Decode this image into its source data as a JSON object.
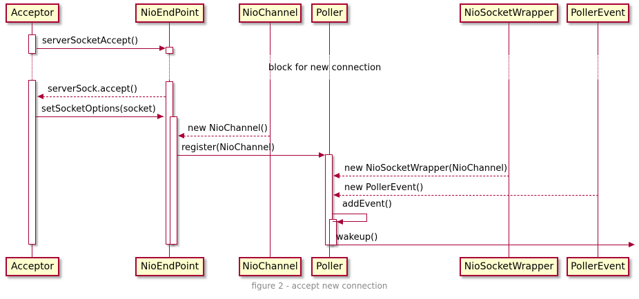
{
  "diagram": {
    "type": "uml-sequence",
    "colors": {
      "participant_fill": "#FEFECE",
      "line_and_border": "#A80036",
      "text": "#000000",
      "caption_text": "#888888",
      "activation_fill": "#FFFFFF"
    },
    "participants": [
      {
        "name": "Acceptor"
      },
      {
        "name": "NioEndPoint"
      },
      {
        "name": "NioChannel"
      },
      {
        "name": "Poller"
      },
      {
        "name": "NioSocketWrapper"
      },
      {
        "name": "PollerEvent"
      }
    ],
    "note": {
      "text": "block for new connection"
    },
    "messages": [
      {
        "label": "serverSocketAccept()",
        "from": "Acceptor",
        "to": "NioEndPoint",
        "style": "solid"
      },
      {
        "label": "serverSock.accept()",
        "from": "NioEndPoint",
        "to": "Acceptor",
        "style": "dashed"
      },
      {
        "label": "setSocketOptions(socket)",
        "from": "Acceptor",
        "to": "NioEndPoint",
        "style": "solid"
      },
      {
        "label": "new NioChannel()",
        "from": "NioChannel",
        "to": "NioEndPoint",
        "style": "dashed"
      },
      {
        "label": "register(NioChannel)",
        "from": "NioEndPoint",
        "to": "Poller",
        "style": "solid"
      },
      {
        "label": "new NioSocketWrapper(NioChannel)",
        "from": "NioSocketWrapper",
        "to": "Poller",
        "style": "dashed"
      },
      {
        "label": "new PollerEvent()",
        "from": "PollerEvent",
        "to": "Poller",
        "style": "dashed"
      },
      {
        "label": "addEvent()",
        "from": "Poller",
        "to": "Poller",
        "style": "self"
      },
      {
        "label": "wakeup()",
        "from": "Poller",
        "to": "right-edge",
        "style": "solid"
      }
    ],
    "caption": {
      "text": "figure 2 - accept new connection"
    }
  }
}
